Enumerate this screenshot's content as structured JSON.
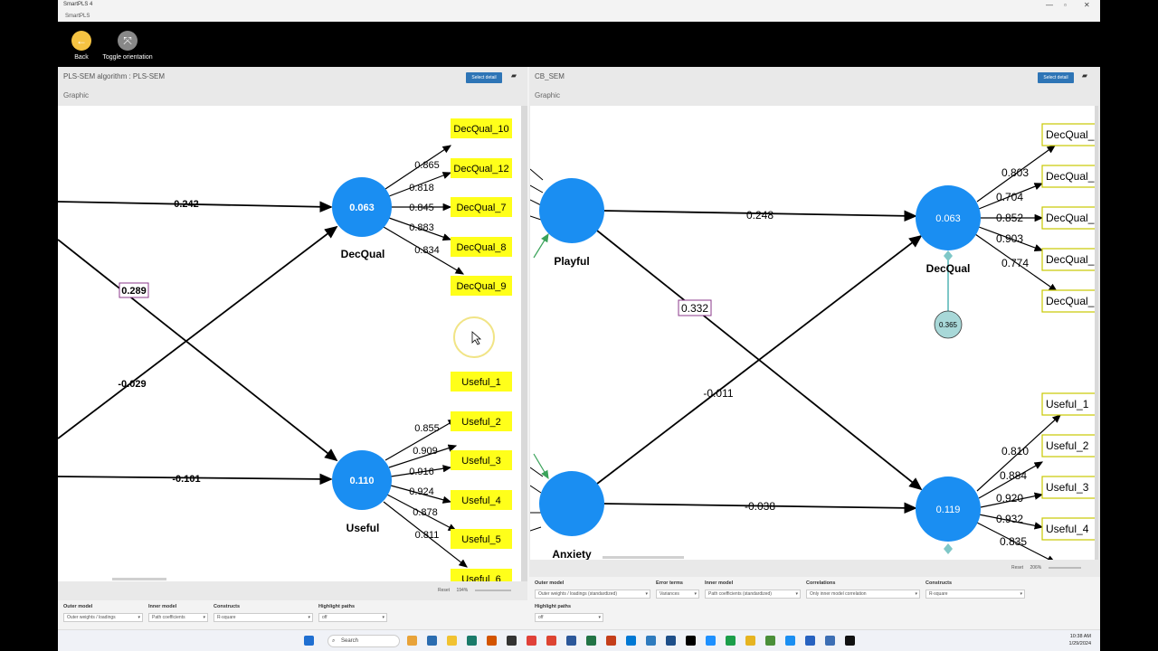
{
  "window": {
    "title": "SmartPLS 4",
    "app_label": "SmartPLS"
  },
  "toolbar": {
    "back_label": "Back",
    "toggle_label": "Toggle orientation"
  },
  "left_pane": {
    "title": "PLS-SEM algorithm : PLS-SEM",
    "select_detail": "Select detail",
    "subtitle": "Graphic",
    "zoom": "194%",
    "reset": "Reset",
    "constructs": {
      "decqual_value": "0.063",
      "decqual_name": "DecQual",
      "useful_value": "0.110",
      "useful_name": "Useful"
    },
    "paths": {
      "top": "0.242",
      "boxed": "0.289",
      "cross": "-0.029",
      "bottom": "-0.101"
    },
    "decqual_loadings": [
      "0.865",
      "0.818",
      "0.845",
      "0.883",
      "0.834"
    ],
    "decqual_items": [
      "DecQual_10",
      "DecQual_12",
      "DecQual_7",
      "DecQual_8",
      "DecQual_9"
    ],
    "useful_loadings": [
      "0.855",
      "0.909",
      "0.916",
      "0.924",
      "0.878",
      "0.811"
    ],
    "useful_items": [
      "Useful_1",
      "Useful_2",
      "Useful_3",
      "Useful_4",
      "Useful_5",
      "Useful_6"
    ],
    "options": {
      "outer_label": "Outer model",
      "outer_value": "Outer weights / loadings",
      "inner_label": "Inner model",
      "inner_value": "Path coefficients",
      "constructs_label": "Constructs",
      "constructs_value": "R-square",
      "highlight_label": "Highlight paths",
      "highlight_value": "off"
    }
  },
  "right_pane": {
    "title": "CB_SEM",
    "select_detail": "Select detail",
    "subtitle": "Graphic",
    "zoom": "206%",
    "reset": "Reset",
    "constructs": {
      "playful_name": "Playful",
      "anxiety_name": "Anxiety",
      "decqual_value": "0.063",
      "decqual_name": "DecQual",
      "useful_value": "0.119",
      "error_value": "0.365"
    },
    "paths": {
      "top": "0.248",
      "boxed": "0.332",
      "cross": "-0.011",
      "bottom": "-0.038"
    },
    "decqual_loadings": [
      "0.803",
      "0.704",
      "0.852",
      "0.903",
      "0.774"
    ],
    "decqual_items": [
      "DecQual_",
      "DecQual_",
      "DecQual_",
      "DecQual_",
      "DecQual_"
    ],
    "useful_loadings": [
      "0.810",
      "0.884",
      "0.920",
      "0.932",
      "0.835"
    ],
    "useful_items": [
      "Useful_1",
      "Useful_2",
      "Useful_3",
      "Useful_4"
    ],
    "options": {
      "outer_label": "Outer model",
      "outer_value": "Outer weights / loadings (standardized)",
      "error_label": "Error terms",
      "error_value": "Variances",
      "inner_label": "Inner model",
      "inner_value": "Path coefficients (standardized)",
      "corr_label": "Correlations",
      "corr_value": "Only inner model correlation",
      "constructs_label": "Constructs",
      "constructs_value": "R-square",
      "highlight_label": "Highlight paths",
      "highlight_value": "off"
    }
  },
  "taskbar": {
    "search_placeholder": "Search",
    "time": "10:38 AM",
    "date": "1/29/2024"
  }
}
